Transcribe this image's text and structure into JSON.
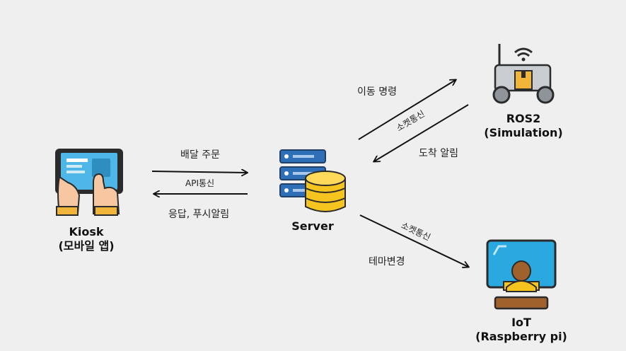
{
  "nodes": {
    "kiosk": {
      "title": "Kiosk",
      "subtitle": "(모바일 앱)"
    },
    "server": {
      "title": "Server"
    },
    "ros": {
      "title": "ROS2",
      "subtitle": "(Simulation)"
    },
    "iot": {
      "title": "IoT",
      "subtitle": "(Raspberry pi)"
    }
  },
  "edges": {
    "kiosk_to_server": {
      "label": "배달 주문",
      "channel": "API통신"
    },
    "server_to_kiosk": {
      "label": "응답, 푸시알림"
    },
    "server_to_ros": {
      "label": "이동 명령",
      "channel": "소켓통신"
    },
    "ros_to_server": {
      "label": "도착 알림"
    },
    "server_to_iot": {
      "label": "테마변경",
      "channel": "소켓통신"
    }
  },
  "colors": {
    "background": "#efefef",
    "tablet_blue": "#4fb6e8",
    "server_blue": "#2f6fb8",
    "db_yellow": "#f6c41e",
    "robot_grey": "#c9ccd1",
    "box_yellow": "#f1b53a"
  }
}
